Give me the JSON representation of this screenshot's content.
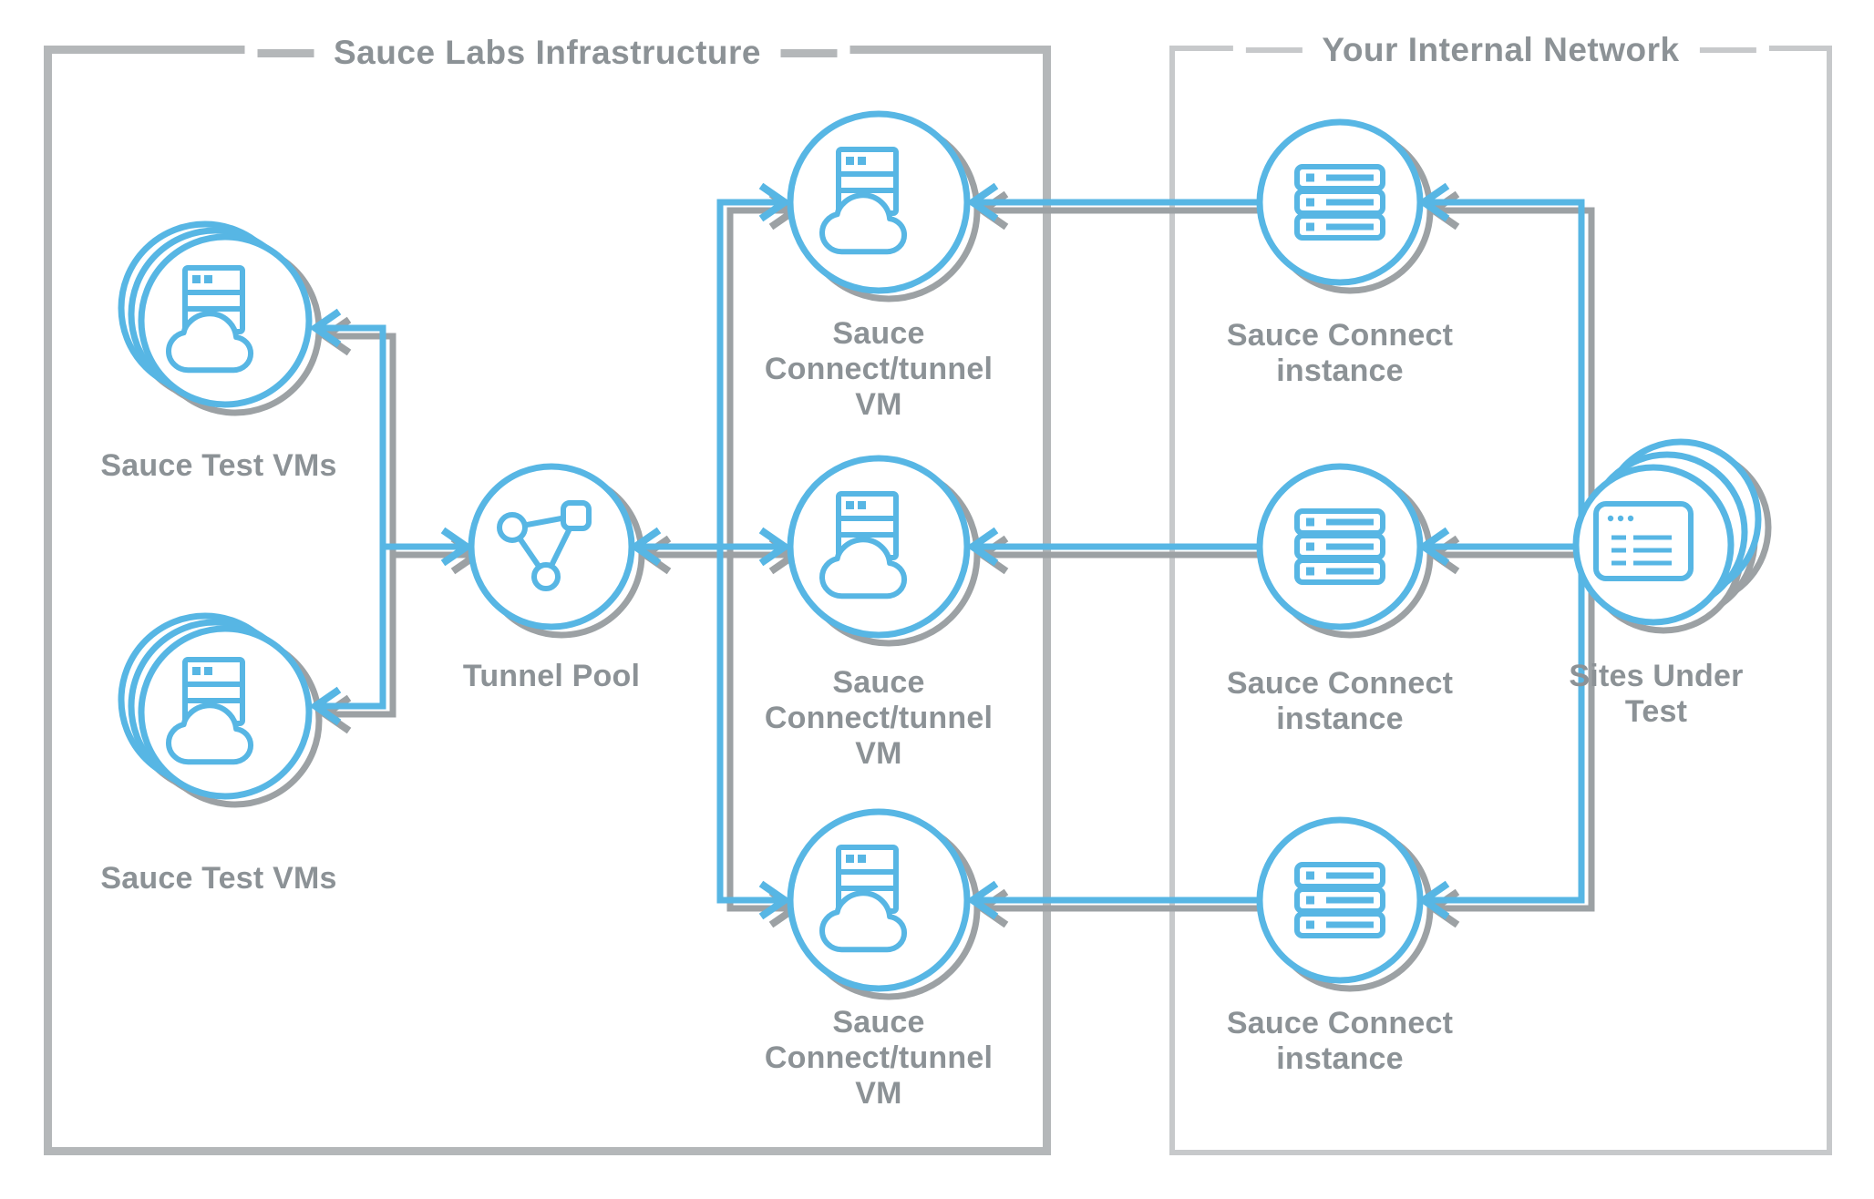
{
  "colors": {
    "accent_blue": "#57b6e4",
    "shadow_gray": "#9ca1a4",
    "label_gray": "#8c9296",
    "left_box_border": "#b4b7b9",
    "right_box_border": "#c7c9cb"
  },
  "boxes": {
    "left": {
      "title": "Sauce Labs Infrastructure"
    },
    "right": {
      "title": "Your Internal Network"
    }
  },
  "nodes": {
    "sauce_test_vms_top": {
      "label": "Sauce Test VMs",
      "icon": "server-cloud-icon"
    },
    "sauce_test_vms_bottom": {
      "label": "Sauce Test VMs",
      "icon": "server-cloud-icon"
    },
    "tunnel_pool": {
      "label": "Tunnel Pool",
      "icon": "network-nodes-icon"
    },
    "sauce_connect_tunnel_vm_top": {
      "label": "Sauce\nConnect/tunnel\nVM",
      "icon": "server-cloud-icon"
    },
    "sauce_connect_tunnel_vm_middle": {
      "label": "Sauce\nConnect/tunnel\nVM",
      "icon": "server-cloud-icon"
    },
    "sauce_connect_tunnel_vm_bottom": {
      "label": "Sauce\nConnect/tunnel\nVM",
      "icon": "server-cloud-icon"
    },
    "sauce_connect_instance_top": {
      "label": "Sauce Connect\ninstance",
      "icon": "server-rack-icon"
    },
    "sauce_connect_instance_middle": {
      "label": "Sauce Connect\ninstance",
      "icon": "server-rack-icon"
    },
    "sauce_connect_instance_bottom": {
      "label": "Sauce Connect\ninstance",
      "icon": "server-rack-icon"
    },
    "sites_under_test": {
      "label": "Sites Under Test",
      "icon": "browser-window-icon"
    }
  }
}
